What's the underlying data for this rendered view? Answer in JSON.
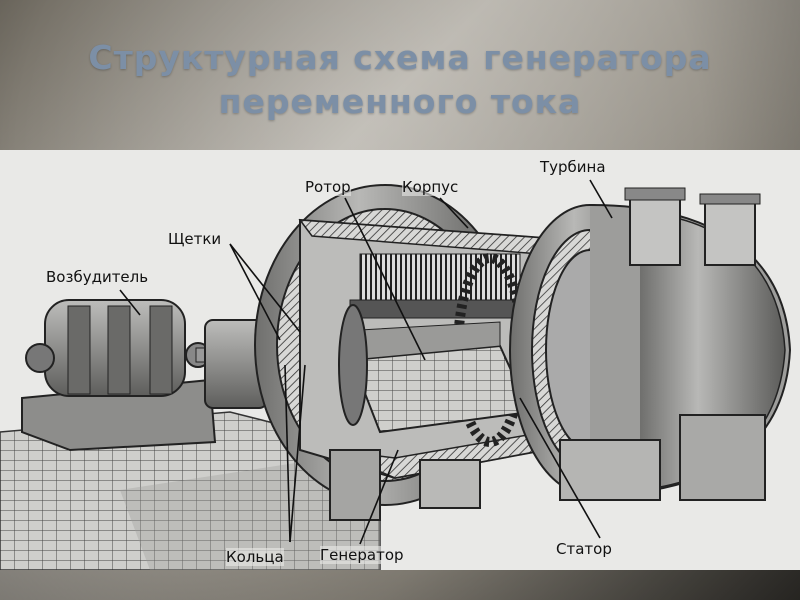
{
  "slide": {
    "title_line1": "Структурная схема генератора",
    "title_line2": "переменного тока"
  },
  "diagram": {
    "labels": {
      "rotor": "Ротор",
      "housing": "Корпус",
      "turbine": "Турбина",
      "brushes": "Щетки",
      "exciter": "Возбудитель",
      "rings": "Кольца",
      "generator": "Генератор",
      "stator": "Статор"
    }
  }
}
